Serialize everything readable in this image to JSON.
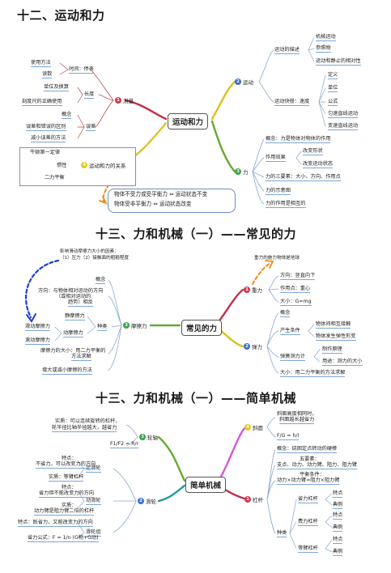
{
  "s1": {
    "title": "十二、运动和力",
    "center": "运动和力",
    "b1": {
      "num": "1",
      "label": "测量",
      "time": "时间：停表",
      "use": "使用方法",
      "read": "读数",
      "length": "长度",
      "unit": "单位及换算",
      "ruler": "刻度尺的正确使用",
      "error": "误差",
      "concept": "概念",
      "diff": "误差和错误的区别",
      "reduce": "减小误差的方法"
    },
    "b2": {
      "num": "2",
      "label": "运动",
      "desc": "运动的描述",
      "mech": "机械运动",
      "ref": "参照物",
      "rel": "运动和静止的相对性",
      "fast": "运动快慢：速度",
      "def": "定义",
      "unit": "单位",
      "formula": "公式",
      "uniform": "匀速直线运动",
      "var": "变速直线运动"
    },
    "b3": {
      "num": "3",
      "label": "力",
      "concept": "概念：力是物体对物体的作用",
      "effect": "作用效果",
      "shape": "改变形状",
      "state": "改变运动状态",
      "three": "力的三要素：大小、方向、作用点",
      "diagram": "力的示意图",
      "mutual": "力的作用是相互的"
    },
    "b4": {
      "num": "4",
      "label": "运动和力的关系",
      "newton": "牛顿第一定律",
      "inertia": "惯性",
      "balance": "二力平衡"
    },
    "box1": "物体不受力或受平衡力 ⇔ 运动状态不变",
    "box2": "物体受非平衡力 ⇔ 运动状态改变"
  },
  "s2": {
    "title": "十三、力和机械（一）——常见的力",
    "center": "常见的力",
    "note1": "影响滑动摩擦力大小的因素：",
    "note2": "（1）压力（2）接触面的粗糙程度",
    "note3": "重力的施力物体是地球",
    "b1": {
      "num": "1",
      "label": "重力",
      "dir": "方向：竖直向下",
      "point": "作用点：重心",
      "size": "大小：G=mg"
    },
    "b2": {
      "num": "2",
      "label": "弹力",
      "concept": "概念",
      "cond": "产生条件",
      "c1": "物体间相互接触",
      "c2": "物体发生弹性形变",
      "gauge": "弹簧测力计",
      "make": "制作原理",
      "use": "用途：测力的大小",
      "size": "大小：用二力平衡的方法求解"
    },
    "b3": {
      "num": "3",
      "label": "摩擦力",
      "concept": "概念",
      "dir1": "方向：与物体相对运动的方向",
      "dir2": "（或相对运动的",
      "dir3": "趋势）相反",
      "kind": "种类",
      "static": "静摩擦力",
      "dynamic": "动摩擦力",
      "slide": "滑动摩擦力",
      "roll": "滚动摩擦力",
      "size1": "摩擦力的大小：用二力平衡的",
      "size2": "方法求解",
      "change": "增大或减小摩擦的方法"
    }
  },
  "s3": {
    "title": "十三、力和机械（一）——简单机械",
    "center": "简单机械",
    "b4": {
      "num": "4",
      "label": "斜面",
      "l1": "斜面高度相同时，",
      "l2": "斜面越长越省力",
      "f": "F/G = h/l"
    },
    "b1": {
      "num": "1",
      "label": "杠杆",
      "concept": "概念：绕固定点转动的硬棒",
      "five1": "五要素：",
      "five2": "支点、动力、动力臂、阻力、阻力臂",
      "bal1": "平衡条件：",
      "bal2": "动力×动力臂=阻力×阻力臂",
      "kind": "种类",
      "save": "省力杠杆",
      "cost": "费力杠杆",
      "equal": "等臂杠杆",
      "feat": "特点",
      "ex": "典例"
    },
    "b3": {
      "num": "3",
      "label": "轮轴",
      "r1": "实质：可以连续旋转的杠杆，",
      "r2": "轮半径比轴半径越大，越省力",
      "f": "F1/F2 = R/r"
    },
    "b2": {
      "num": "2",
      "label": "滑轮",
      "fixed": "定滑轮",
      "fs1": "特点：",
      "fs2": "不省力，可以改变力的方向",
      "fe": "实质：等臂杠杆",
      "move": "动滑轮",
      "ms1": "特点：",
      "ms2": "省力但不能改变力的方向",
      "me1": "实质：",
      "me2": "动力臂是阻力臂二倍的杠杆",
      "group": "滑轮组",
      "gs": "特点：既省力，又能改变力的方向",
      "gf": "省力公式：F = 1/n (G物+G动)"
    }
  }
}
